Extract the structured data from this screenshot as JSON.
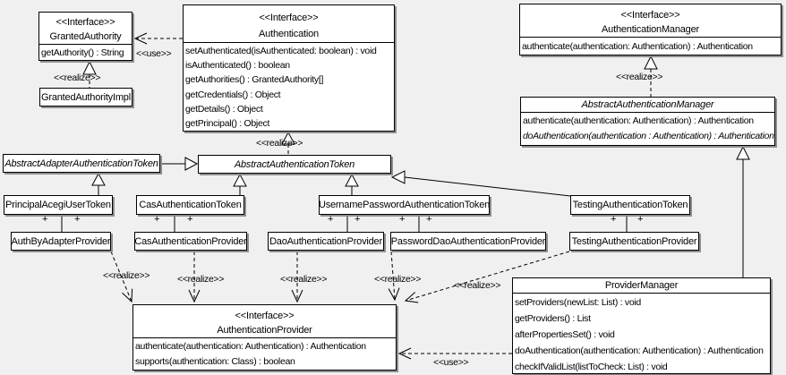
{
  "colors": {
    "background": "#f0f0f0",
    "box_fill": "#ffffff",
    "box_border": "#000000",
    "box_shadow": "#8f8f8f"
  },
  "labels": {
    "use": "<<use>>",
    "realize": "<<realize>>",
    "plus": "+"
  },
  "classes": {
    "grantedAuthority": {
      "stereotype": "<<Interface>>",
      "name": "GrantedAuthority",
      "methods": [
        "getAuthority() : String"
      ]
    },
    "grantedAuthorityImpl": {
      "name": "GrantedAuthorityImpl"
    },
    "authentication": {
      "stereotype": "<<Interface>>",
      "name": "Authentication",
      "methods": [
        "setAuthenticated(isAuthenticated: boolean) : void",
        "isAuthenticated() : boolean",
        "getAuthorities() : GrantedAuthority[]",
        "getCredentials() : Object",
        "getDetails() : Object",
        "getPrincipal() : Object"
      ]
    },
    "authenticationManager": {
      "stereotype": "<<Interface>>",
      "name": "AuthenticationManager",
      "methods": [
        "authenticate(authentication: Authentication) : Authentication"
      ]
    },
    "abstractAuthenticationManager": {
      "name": "AbstractAuthenticationManager",
      "abstract": true,
      "methods": [
        "authenticate(authentication: Authentication) : Authentication",
        "doAuthentication(authentication : Authentication) : Authentication"
      ]
    },
    "abstractAdapterAuthenticationToken": {
      "name": "AbstractAdapterAuthenticationToken",
      "abstract": true
    },
    "abstractAuthenticationToken": {
      "name": "AbstractAuthenticationToken",
      "abstract": true
    },
    "principalAcegiUserToken": {
      "name": "PrincipalAcegiUserToken"
    },
    "casAuthenticationToken": {
      "name": "CasAuthenticationToken"
    },
    "usernamePasswordAuthenticationToken": {
      "name": "UsernamePasswordAuthenticationToken"
    },
    "testingAuthenticationToken": {
      "name": "TestingAuthenticationToken"
    },
    "authByAdapterProvider": {
      "name": "AuthByAdapterProvider"
    },
    "casAuthenticationProvider": {
      "name": "CasAuthenticationProvider"
    },
    "daoAuthenticationProvider": {
      "name": "DaoAuthenticationProvider"
    },
    "passwordDaoAuthenticationProvider": {
      "name": "PasswordDaoAuthenticationProvider"
    },
    "testingAuthenticationProvider": {
      "name": "TestingAuthenticationProvider"
    },
    "authenticationProvider": {
      "stereotype": "<<Interface>>",
      "name": "AuthenticationProvider",
      "methods": [
        "authenticate(authentication: Authentication) : Authentication",
        "supports(authentication: Class) : boolean"
      ]
    },
    "providerManager": {
      "name": "ProviderManager",
      "methods": [
        "setProviders(newList: List) : void",
        "getProviders() : List",
        "afterPropertiesSet() : void",
        "doAuthentication(authentication: Authentication) : Authentication",
        "checkIfValidList(listToCheck: List) : void"
      ]
    }
  }
}
